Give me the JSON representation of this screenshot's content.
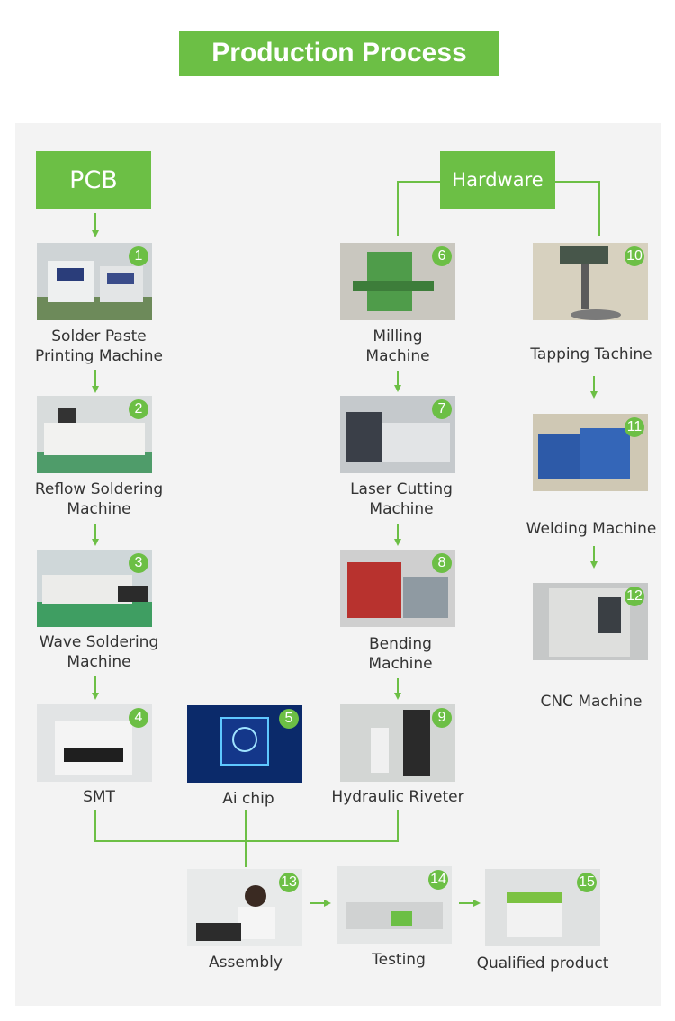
{
  "title": "Production Process",
  "columns": {
    "pcb": "PCB",
    "hardware": "Hardware"
  },
  "steps": [
    {
      "number": "1",
      "label_lines": [
        "Solder Paste",
        "Printing Machine"
      ],
      "icon": "solder-paste-printer-photo"
    },
    {
      "number": "2",
      "label_lines": [
        "Reflow Soldering",
        "Machine"
      ],
      "icon": "reflow-oven-photo"
    },
    {
      "number": "3",
      "label_lines": [
        "Wave Soldering",
        "Machine"
      ],
      "icon": "wave-soldering-line-photo"
    },
    {
      "number": "4",
      "label_lines": [
        "SMT"
      ],
      "icon": "smt-machine-photo"
    },
    {
      "number": "5",
      "label_lines": [
        "Ai chip"
      ],
      "icon": "ai-chip-photo"
    },
    {
      "number": "6",
      "label_lines": [
        "Milling",
        "Machine"
      ],
      "icon": "milling-machine-photo"
    },
    {
      "number": "7",
      "label_lines": [
        "Laser Cutting",
        "Machine"
      ],
      "icon": "laser-cutter-photo"
    },
    {
      "number": "8",
      "label_lines": [
        "Bending",
        "Machine"
      ],
      "icon": "press-brake-photo"
    },
    {
      "number": "9",
      "label_lines": [
        "Hydraulic Riveter"
      ],
      "icon": "riveter-photo"
    },
    {
      "number": "10",
      "label_lines": [
        "Tapping Tachine"
      ],
      "icon": "drill-press-photo"
    },
    {
      "number": "11",
      "label_lines": [
        "Welding Machine"
      ],
      "icon": "welding-machine-photo"
    },
    {
      "number": "12",
      "label_lines": [
        "CNC Machine"
      ],
      "icon": "cnc-machine-photo"
    },
    {
      "number": "13",
      "label_lines": [
        "Assembly"
      ],
      "icon": "assembly-worker-photo"
    },
    {
      "number": "14",
      "label_lines": [
        "Testing"
      ],
      "icon": "testing-line-photo"
    },
    {
      "number": "15",
      "label_lines": [
        "Qualified product"
      ],
      "icon": "finished-machine-photo"
    }
  ],
  "colors": {
    "accent": "#6cbf45",
    "panel_background": "#f3f3f3",
    "label_text": "#333333"
  }
}
